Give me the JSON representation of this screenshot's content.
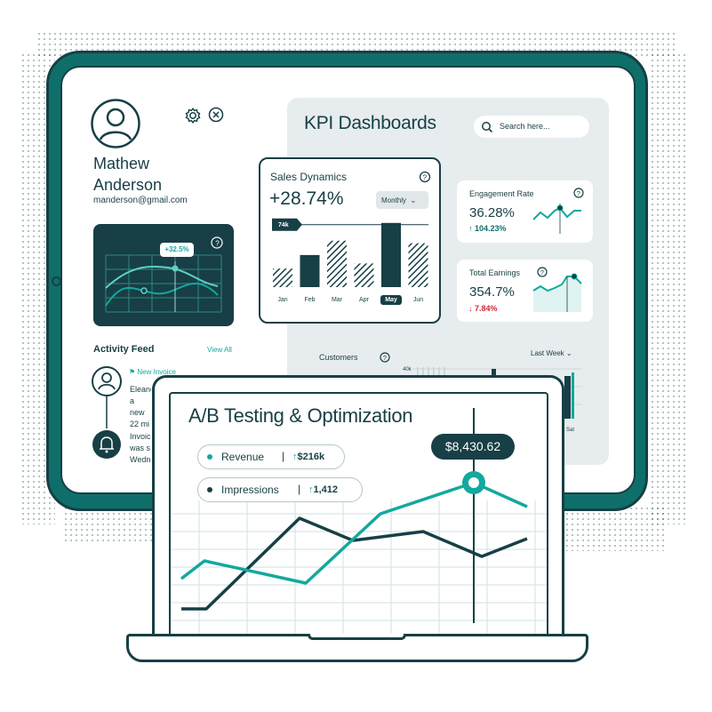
{
  "profile": {
    "name_line1": "Mathew",
    "name_line2": "Anderson",
    "email": "manderson@gmail.com"
  },
  "mini_chart": {
    "badge": "+32.5%"
  },
  "activity_feed": {
    "title": "Activity Feed",
    "view_all": "View All",
    "items": [
      {
        "tag": "New Invoice",
        "line1": "Eleanor",
        "line2": "a new",
        "time": "22 mi"
      },
      {
        "line1": "Invoic",
        "line2": "was s",
        "time": "Wedn"
      }
    ]
  },
  "kpi": {
    "title": "KPI Dashboards",
    "search_placeholder": "Search here..."
  },
  "sales_dynamics": {
    "title": "Sales Dynamics",
    "value": "+28.74%",
    "period": "Monthly",
    "marker": "74k",
    "chart_data": {
      "type": "bar",
      "categories": [
        "Jan",
        "Feb",
        "Mar",
        "Apr",
        "May",
        "Jun"
      ],
      "values": [
        22,
        38,
        55,
        28,
        76,
        52
      ],
      "highlight": "May",
      "reference_line": "74k"
    }
  },
  "engagement_rate": {
    "title": "Engagement Rate",
    "value": "36.28%",
    "change": "104.23%",
    "direction": "up",
    "color": "#13a89e"
  },
  "total_earnings": {
    "title": "Total Earnings",
    "value": "354.7%",
    "change": "7.84%",
    "direction": "down",
    "down_color": "#d3283d"
  },
  "customers": {
    "title": "Customers",
    "period": "Last Week",
    "axis_top": "40k",
    "last_day": "Sat"
  },
  "ab_testing": {
    "title": "A/B Testing & Optimization",
    "tooltip_value": "$8,430.62",
    "legend": [
      {
        "label": "Revenue",
        "value": "$216k",
        "color": "#13a89e"
      },
      {
        "label": "Impressions",
        "value": "1,412",
        "color": "#173f45"
      }
    ]
  },
  "colors": {
    "dark": "#173f45",
    "teal": "#13a89e",
    "frame": "#0e6f6a",
    "panel": "#e7ecee"
  }
}
